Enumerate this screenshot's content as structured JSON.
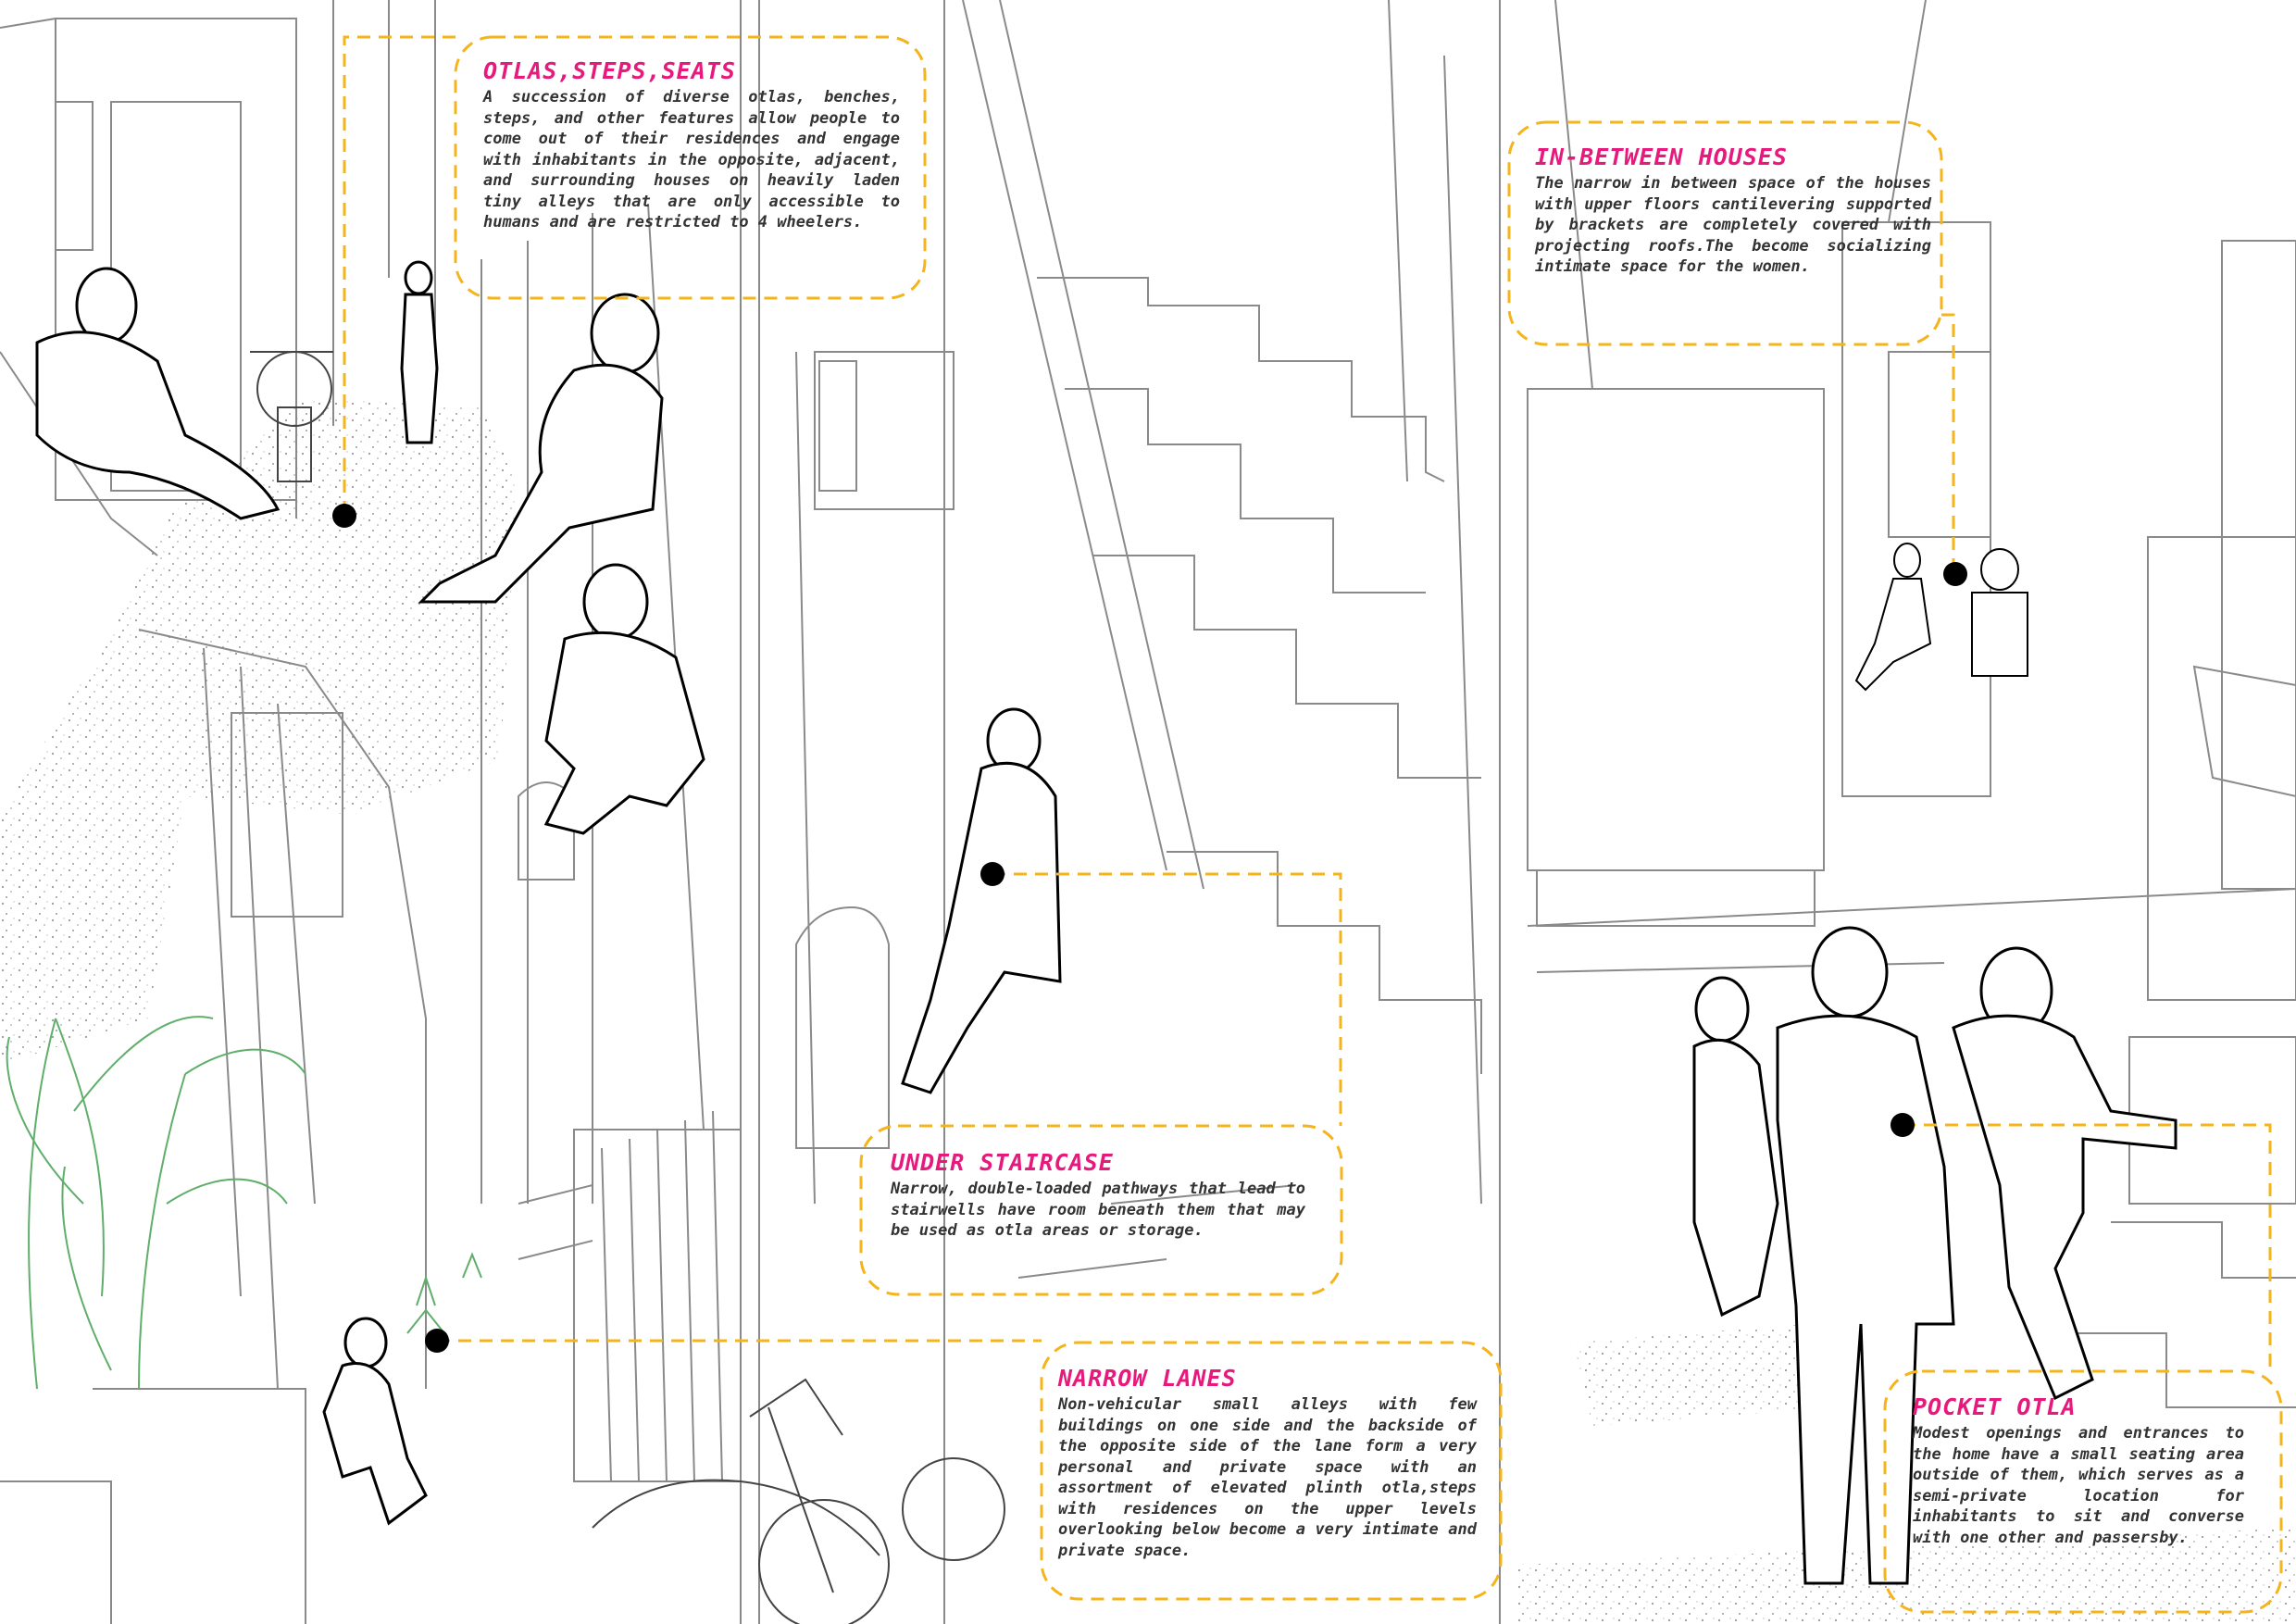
{
  "colors": {
    "title": "#e8197d",
    "callout_border": "#f4b41a",
    "ink": "#000000",
    "line": "#8a8a8a",
    "foliage": "#5fae6a",
    "stipple": "#999999"
  },
  "callouts": [
    {
      "key": "otlas",
      "title": "OTLAS,STEPS,SEATS",
      "text": "A succession of diverse otlas, benches, steps, and other features allow people to come out of their residences and engage with inhabitants in the opposite, adjacent, and surrounding houses on heavily laden tiny alleys that are only accessible to humans and are restricted to 4 wheelers."
    },
    {
      "key": "in_between",
      "title": "IN-BETWEEN HOUSES",
      "text": "The narrow in between space of the houses with upper floors cantilevering supported by brackets are completely covered with projecting roofs.The become socializing intimate space for the women."
    },
    {
      "key": "under_staircase",
      "title": "UNDER STAIRCASE",
      "text": "Narrow, double-loaded pathways that lead to stairwells have room beneath them that may be used as otla areas or storage."
    },
    {
      "key": "narrow_lanes",
      "title": "NARROW LANES",
      "text": "Non-vehicular small alleys with few buildings on one side and the backside of the opposite side of the lane form a very personal and private space with an assortment of elevated plinth otla,steps with residences on the upper levels overlooking below become a very intimate and private space."
    },
    {
      "key": "pocket_otla",
      "title": "POCKET OTLA",
      "text": "Modest openings and entrances to the home have a small seating area outside of them, which serves as a semi-private location for inhabitants to sit and converse with one other and passersby."
    }
  ]
}
